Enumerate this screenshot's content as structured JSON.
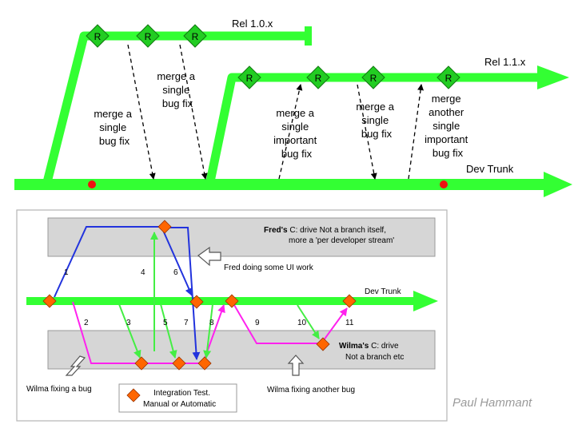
{
  "top": {
    "rel10_label": "Rel 1.0.x",
    "rel11_label": "Rel 1.1.x",
    "trunk_label": "Dev Trunk",
    "release_marker": "R",
    "annotations": [
      [
        "merge a",
        "single",
        "bug  fix"
      ],
      [
        "merge a",
        "single",
        "bug  fix"
      ],
      [
        "merge a",
        "single",
        "important",
        "bug  fix"
      ],
      [
        "merge a",
        "single",
        "bug  fix"
      ],
      [
        "merge",
        "another",
        "single",
        "important",
        "bug  fix"
      ]
    ]
  },
  "bottom": {
    "fred_title_prefix": "Fred's",
    "fred_title_suffix": " C: drive Not a branch itself,",
    "fred_subtitle": "more a 'per developer stream'",
    "fred_ui_note": "Fred doing some UI work",
    "trunk_label": "Dev Trunk",
    "wilma_title_prefix": "Wilma's",
    "wilma_title_suffix": " C: drive",
    "wilma_subtitle": "Not a branch etc",
    "wilma_bug_note": "Wilma fixing a bug",
    "wilma_other_note": "Wilma fixing another bug",
    "legend_line1": "Integration Test.",
    "legend_line2": "Manual or Automatic",
    "step_numbers": [
      "1",
      "2",
      "3",
      "4",
      "5",
      "6",
      "7",
      "8",
      "9",
      "10",
      "11"
    ]
  },
  "credit": "Paul Hammant",
  "colors": {
    "branch_green": "#33ff33",
    "release_diamond": "#22cc22",
    "dot_red": "#ee1111",
    "diamond_orange": "#ff6600",
    "fred_line": "#2233dd",
    "wilma_line": "#ff22ee",
    "merge_green": "#44ee44",
    "panel_grey": "#d6d6d6"
  }
}
